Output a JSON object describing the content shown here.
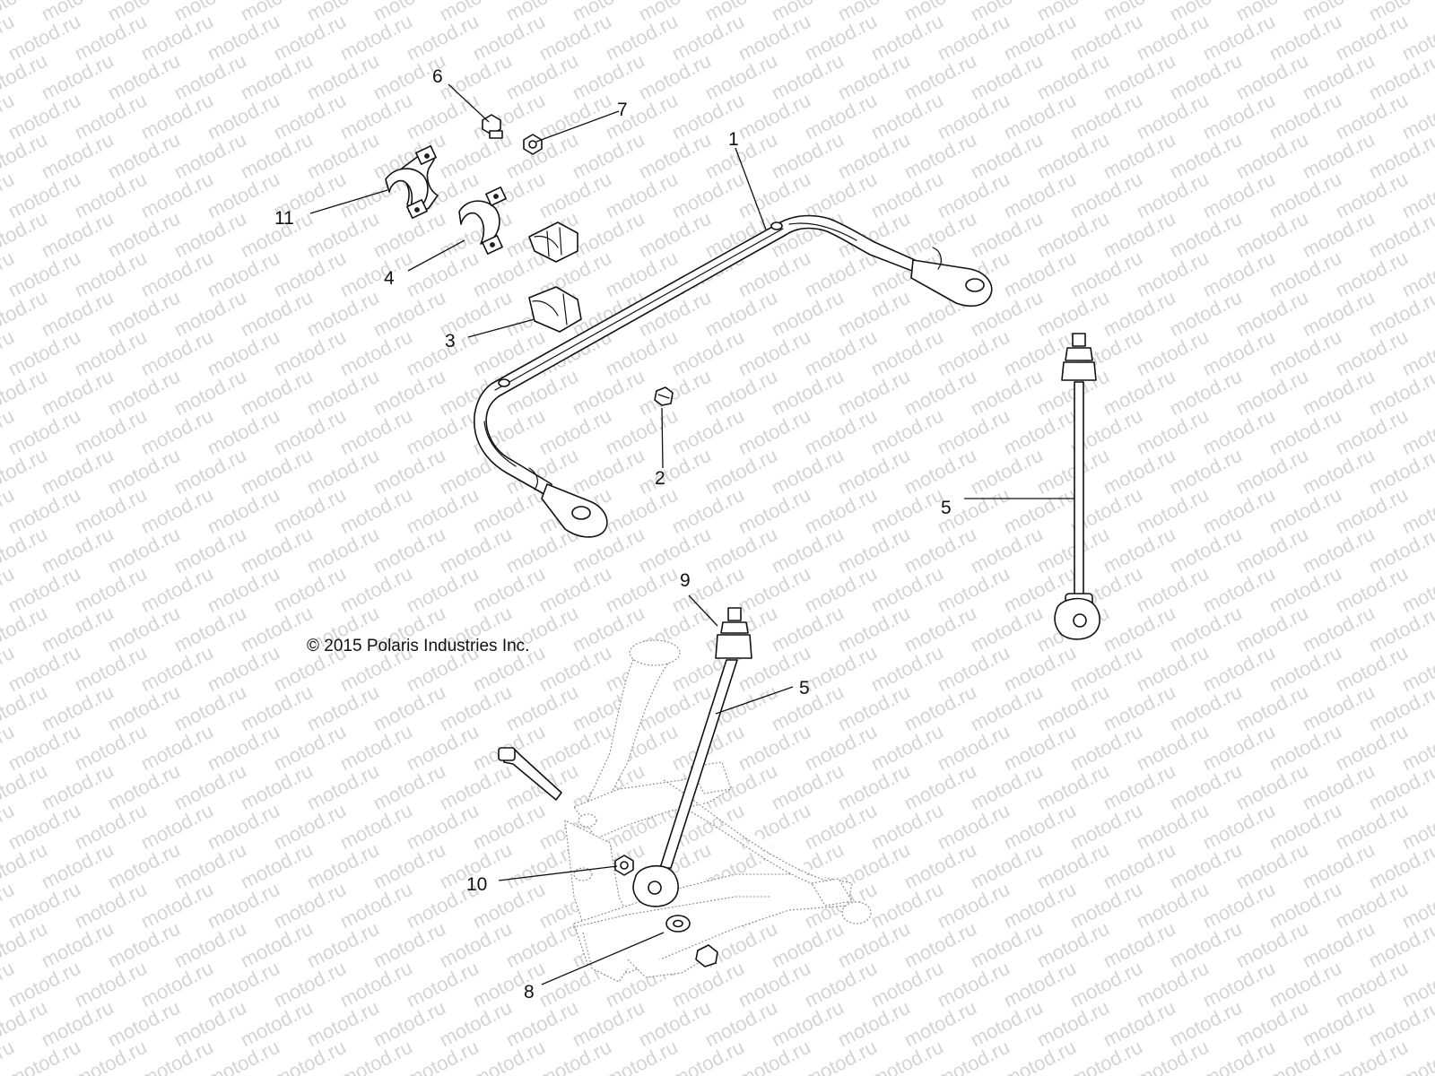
{
  "watermark": {
    "text": "motod.ru"
  },
  "copyright": "© 2015 Polaris Industries Inc.",
  "callouts": [
    {
      "id": "c1",
      "label": "1"
    },
    {
      "id": "c2",
      "label": "2"
    },
    {
      "id": "c3",
      "label": "3"
    },
    {
      "id": "c4",
      "label": "4"
    },
    {
      "id": "c5a",
      "label": "5"
    },
    {
      "id": "c5b",
      "label": "5"
    },
    {
      "id": "c6",
      "label": "6"
    },
    {
      "id": "c7",
      "label": "7"
    },
    {
      "id": "c8",
      "label": "8"
    },
    {
      "id": "c9",
      "label": "9"
    },
    {
      "id": "c10",
      "label": "10"
    },
    {
      "id": "c11",
      "label": "11"
    }
  ]
}
